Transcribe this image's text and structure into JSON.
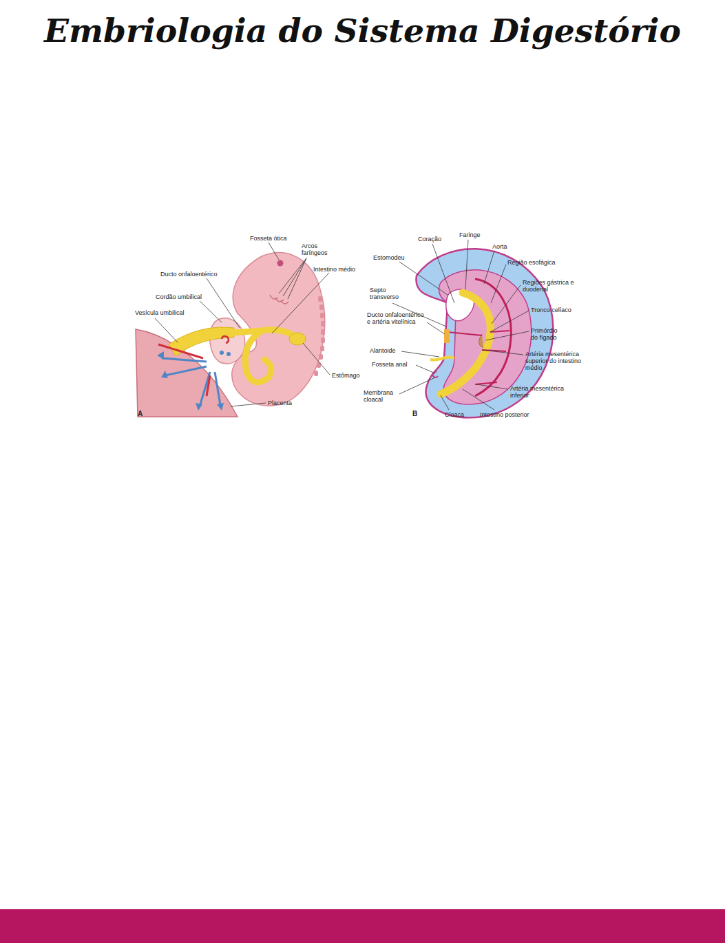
{
  "diagram": {
    "title": "Embriologia do Sistema Digestório",
    "labels": [
      "Fosseta ótica",
      "Arcos faríngeos",
      "Ducto onfaloentérico",
      "Intestino médio",
      "Cordão umbilical",
      "Vesícula umbilical",
      "Estômago",
      "Placenta",
      "A",
      "Coração",
      "Faringe",
      "Aorta",
      "Estomodeu",
      "Região esofágica",
      "Regiões gástrica e duodenal",
      "Septo transverso",
      "Tronco celíaco",
      "Ducto onfaloentérico e artéria vitelínica",
      "Primórdio do fígado",
      "Alantoide",
      "Artéria mesentérica superior do intestino médio",
      "Fosseta anal",
      "Membrana cloacal",
      "Artéria mesentérica inferior",
      "Cloaca",
      "Intestino posterior",
      "B"
    ]
  }
}
